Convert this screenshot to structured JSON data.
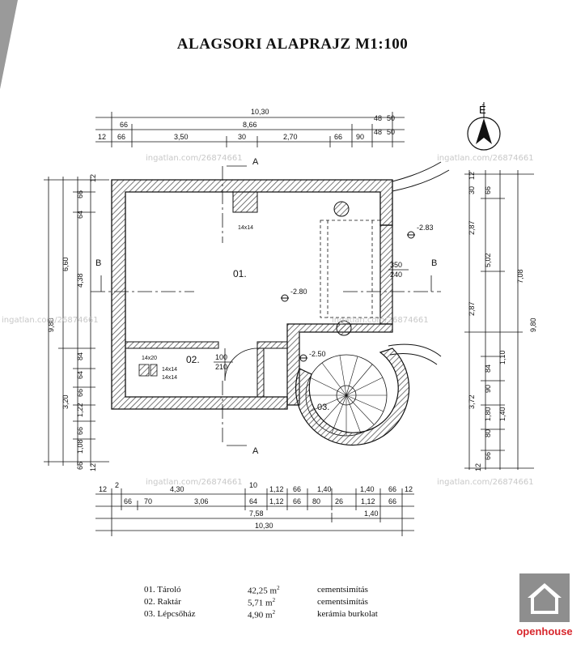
{
  "title": "ALAGSORI ALAPRAJZ  M1:100",
  "north_label": "É",
  "watermark": "ingatlan.com/26874661",
  "rooms": {
    "r01": {
      "label": "01.",
      "height": "350",
      "sill": "240"
    },
    "r02": {
      "label": "02.",
      "height": "100",
      "sill": "210"
    },
    "r03": {
      "label": "03."
    }
  },
  "levels": {
    "l1": "-2.83",
    "l2": "-2.80",
    "l3": "-2.50"
  },
  "column_labels": {
    "c1": "14x14",
    "c2": "14x20",
    "c3": "14x14",
    "c4": "14x14"
  },
  "section_marks": {
    "a_top": "A",
    "a_bottom": "A",
    "b_left": "B",
    "b_right": "B"
  },
  "top_dims": {
    "row1": [
      "10,30"
    ],
    "row2": [
      "66",
      "8,66",
      "48",
      "50"
    ],
    "row3": [
      "12",
      "66",
      "3,50",
      "30",
      "2,70",
      "66",
      "90",
      "48",
      "50"
    ]
  },
  "bottom_dims": {
    "row1": [
      "12",
      "2",
      "4,30",
      "10",
      "1,12",
      "66",
      "1,40",
      "1,40",
      "66",
      "12"
    ],
    "row2": [
      "66",
      "70",
      "3,06",
      "64",
      "1,12",
      "66",
      "80",
      "26",
      "1,12",
      "66"
    ],
    "row3": [
      "7,58",
      "1,40"
    ],
    "row4": [
      "10,30"
    ]
  },
  "left_dims": {
    "outer": [
      "9,80"
    ],
    "mid": [
      "6,60",
      "3,20"
    ],
    "inner": [
      "66",
      "64",
      "4,38",
      "84",
      "64",
      "66",
      "1,22",
      "66",
      "1,08",
      "66"
    ],
    "edge": [
      "12",
      "12"
    ]
  },
  "right_dims": {
    "outer": [
      "9,80"
    ],
    "mid": [
      "7,08",
      "3,72"
    ],
    "inner": [
      "30",
      "66",
      "2,87",
      "5,02",
      "2,87",
      "84",
      "90",
      "1,10",
      "1,80",
      "80",
      "1,40",
      "66"
    ],
    "edge": [
      "12",
      "12"
    ]
  },
  "legend": [
    {
      "name": "01. Tároló",
      "area": "42,25 m",
      "finish": "cementsimítás"
    },
    {
      "name": "02. Raktár",
      "area": "5,71 m",
      "finish": "cementsimítás"
    },
    {
      "name": "03. Lépcsőház",
      "area": "4,90 m",
      "finish": "kerámia burkolat"
    }
  ],
  "legend_sup": "2",
  "logo_text": "openhouse",
  "colors": {
    "line": "#1a1a1a",
    "hatch": "#555555",
    "logo": "#d8272d",
    "logo_box": "#8e8e8e"
  }
}
